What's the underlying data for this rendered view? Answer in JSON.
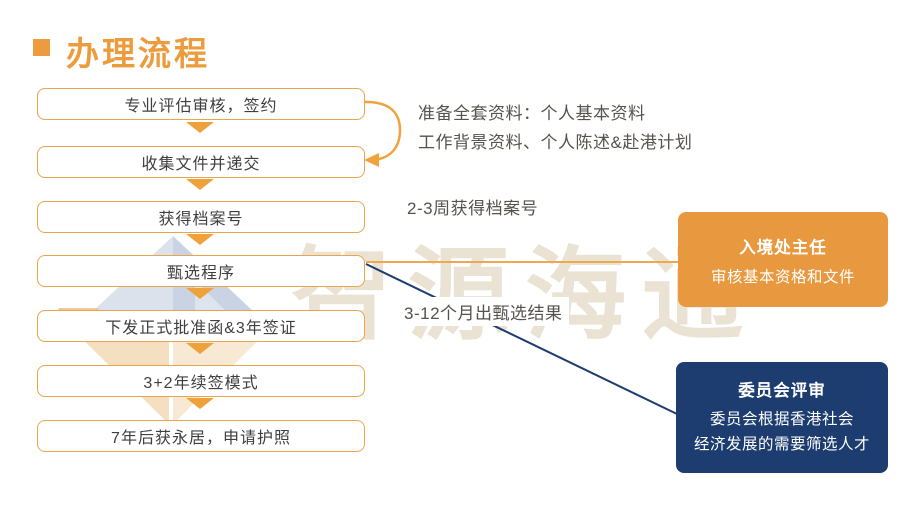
{
  "page": {
    "title": "办理流程"
  },
  "watermark": {
    "brand": "智源海通"
  },
  "flow": {
    "steps": [
      {
        "label": "专业评估审核，签约"
      },
      {
        "label": "收集文件并递交"
      },
      {
        "label": "获得档案号"
      },
      {
        "label": "甄选程序"
      },
      {
        "label": "下发正式批准函&3年签证"
      },
      {
        "label": "3+2年续签模式"
      },
      {
        "label": "7年后获永居，申请护照"
      }
    ]
  },
  "annotations": {
    "prepare": {
      "line1": "准备全套资料：个人基本资料",
      "line2": "工作背景资料、个人陈述&赴港计划"
    },
    "file_number": "2-3周获得档案号",
    "selection": "3-12个月出甄选结果"
  },
  "callouts": {
    "director": {
      "title": "入境处主任",
      "body": "审核基本资格和文件"
    },
    "committee": {
      "title": "委员会评审",
      "line1": "委员会根据香港社会",
      "line2": "经济发展的需要筛选人才"
    }
  },
  "colors": {
    "accent_orange": "#EC9C3D",
    "box_border_orange": "#EBA44E",
    "arrow_orange": "#EFA23B",
    "callout_orange": "#E8993F",
    "navy": "#1D3C6F",
    "watermark_tan": "#EAE2D3",
    "step_text": "#3F3F3F",
    "note_text": "#56524C"
  }
}
